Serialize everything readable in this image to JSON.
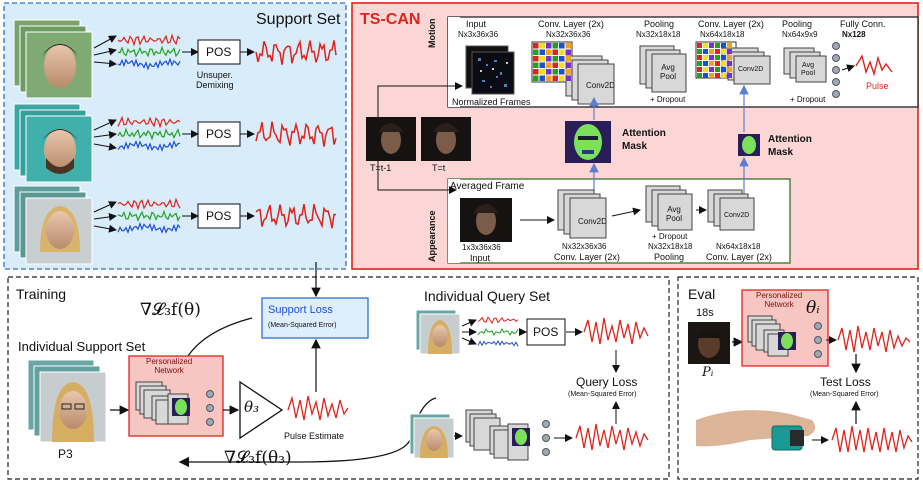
{
  "support_set": {
    "title": "Support Set",
    "pos_label": "POS",
    "demix_label": "Unsuper.\nDemixing"
  },
  "tscan": {
    "title": "TS-CAN",
    "motion_label": "Motion",
    "appearance_label": "Appearance",
    "input_label": "Input",
    "input_dims": "Nx3x36x36",
    "normalized_frames": "Normalized Frames",
    "conv1_label": "Conv. Layer (2x)",
    "conv1_dims": "Nx32x36x36",
    "pool1_label": "Pooling",
    "pool1_dims": "Nx32x18x18",
    "conv2_label": "Conv. Layer (2x)",
    "conv2_dims": "Nx64x18x18",
    "pool2_label": "Pooling",
    "pool2_dims": "Nx64x9x9",
    "fc_label": "Fully Conn.",
    "fc_dims": "Nx128",
    "pulse_label": "Pulse",
    "dropout": "+ Dropout",
    "conv2d": "Conv2D",
    "avg_pool": "Avg\nPool",
    "attention_mask": "Attention\nMask",
    "t_prev": "T=t-1",
    "t_cur": "T=t",
    "averaged_frame": "Averaged Frame",
    "app_input_dims": "1x3x36x36",
    "app_input_label": "Input",
    "app_conv1_dims": "Nx32x36x36",
    "app_conv1_label": "Conv. Layer (2x)",
    "app_pool_dims": "Nx32x18x18",
    "app_pool_label": "Pooling",
    "app_conv2_dims": "Nx64x18x18",
    "app_conv2_label": "Conv. Layer (2x)"
  },
  "training": {
    "title": "Training",
    "support_loss": "Support Loss",
    "support_loss_sub": "(Mean-Squared Error)",
    "grad_theta": "∇𝓛₃f(θ)",
    "individual_support_set": "Individual Support Set",
    "personalized_network": "Personalized\nNetwork",
    "theta3": "θ₃",
    "pulse_estimate": "Pulse Estimate",
    "p3": "P3",
    "grad_theta3": "∇𝓛₃f(θ₃)",
    "individual_query_set": "Individual Query Set",
    "pos_label": "POS",
    "query_loss": "Query Loss",
    "query_loss_sub": "(Mean-Squared Error)"
  },
  "eval": {
    "title": "Eval",
    "duration": "18s",
    "subject": "Pᵢ",
    "personalized_network": "Personalized\nNetwork",
    "theta_i": "θᵢ",
    "test_loss": "Test Loss",
    "test_loss_sub": "(Mean-Squared Error)"
  },
  "colors": {
    "support_bg": "#d9ecf9",
    "tscan_bg": "#fcd6d4",
    "tscan_border": "#e0231c",
    "red": "#e0231c",
    "green": "#1fa31f",
    "blue": "#1c4fd6",
    "network_bg": "#f7c6c2"
  }
}
